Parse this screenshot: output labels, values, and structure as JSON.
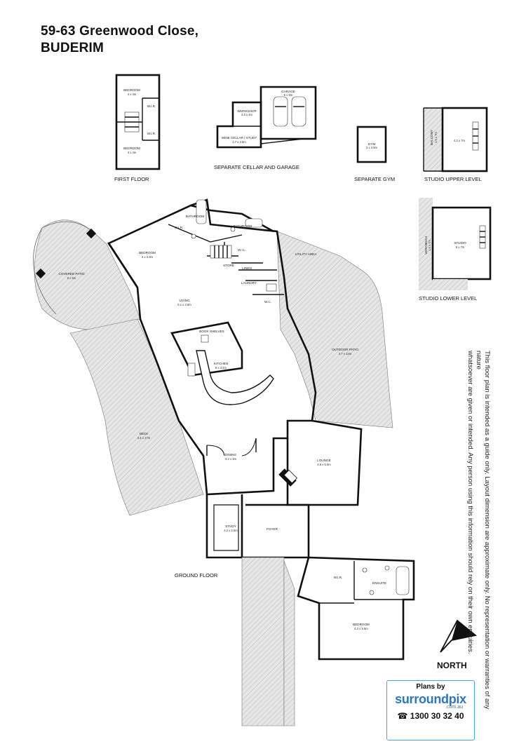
{
  "header": {
    "address_line1": "59-63 Greenwood Close,",
    "address_line2": "BUDERIM"
  },
  "captions": {
    "first_floor": "FIRST FLOOR",
    "cellar_garage": "SEPARATE CELLAR AND GARAGE",
    "gym": "SEPARATE GYM",
    "studio_upper": "STUDIO UPPER LEVEL",
    "studio_lower": "STUDIO LOWER LEVEL",
    "ground_floor": "GROUND FLOOR"
  },
  "rooms": {
    "ff_bed1": {
      "name": "BEDROOM",
      "dim": "4 x 4m"
    },
    "ff_bed2": {
      "name": "BEDROOM",
      "dim": "4 x 4m"
    },
    "ff_wir1": {
      "name": "W.I.R."
    },
    "ff_wir2": {
      "name": "W.I.R."
    },
    "garage": {
      "name": "GARAGE",
      "dim": "6 x 6m"
    },
    "workshop": {
      "name": "WORKSHOP",
      "dim": "3.2 x 4m"
    },
    "wine_cellar": {
      "name": "WINE CELLAR / STUDY",
      "dim": "4.7 x 3.8m"
    },
    "gym": {
      "name": "GYM",
      "dim": "3 x 4.5m"
    },
    "studio_upper_room": {
      "dim": "4.2 x 7m"
    },
    "balcony_upper": {
      "name": "BALCONY",
      "dim": "1.5 x 7m"
    },
    "studio_lower_room": {
      "name": "STUDIO",
      "dim": "6 x 7m"
    },
    "verandah": {
      "name": "VERANDAH",
      "dim": "1.5 x 7m"
    },
    "covered_patio": {
      "name": "COVERED PATIO",
      "dim": "6 x 5m"
    },
    "wir_main": {
      "name": "W.I.R."
    },
    "bathroom_main": {
      "name": "BATHROOM"
    },
    "bathroom2": {
      "name": "BATHROOM"
    },
    "bedroom_main": {
      "name": "BEDROOM",
      "dim": "4 x 3.9m"
    },
    "wil": {
      "name": "W.I.L."
    },
    "store": {
      "name": "STORE"
    },
    "linen": {
      "name": "LINEN"
    },
    "laundry": {
      "name": "LAUNDRY"
    },
    "wc": {
      "name": "W.C."
    },
    "utility": {
      "name": "UTILITY AREA"
    },
    "living": {
      "name": "LIVING",
      "dim": "5.1 x 3.8m"
    },
    "book_shelves": {
      "name": "BOOK SHELVES"
    },
    "kitchen": {
      "name": "KITCHEN",
      "dim": "5 x 4.5m"
    },
    "outdoor_patio": {
      "name": "OUTDOOR PATIO",
      "dim": "4.7 x 12m"
    },
    "deck": {
      "name": "DECK",
      "dim": "3.4 x 17m"
    },
    "dining": {
      "name": "DINING",
      "dim": "3.2 x 3m"
    },
    "lounge": {
      "name": "LOUNGE",
      "dim": "4.6 x 5.9m"
    },
    "study": {
      "name": "STUDY",
      "dim": "4.2 x 2.5m"
    },
    "foyer": {
      "name": "FOYER"
    },
    "wir_ensuite": {
      "name": "W.I.R."
    },
    "ensuite": {
      "name": "ENSUITE"
    },
    "bedroom_ensuite": {
      "name": "BEDROOM",
      "dim": "4.2 x 5.5m"
    }
  },
  "north": {
    "label": "NORTH"
  },
  "disclaimer": {
    "line1": "This floor plan is intended as a guide only. Layout dimension are approximate only. No representation or warranties of any nature",
    "line2": "whatsoever are given or intended. Any person using this information should rely on their own enquiries."
  },
  "logo": {
    "plans_by": "Plans by",
    "brand": "surroundpix",
    "domain": ".com.au",
    "phone": "1300 30 32 40"
  },
  "colors": {
    "brand": "#2a78c2",
    "border": "#4aa3df",
    "wall": "#111111"
  }
}
